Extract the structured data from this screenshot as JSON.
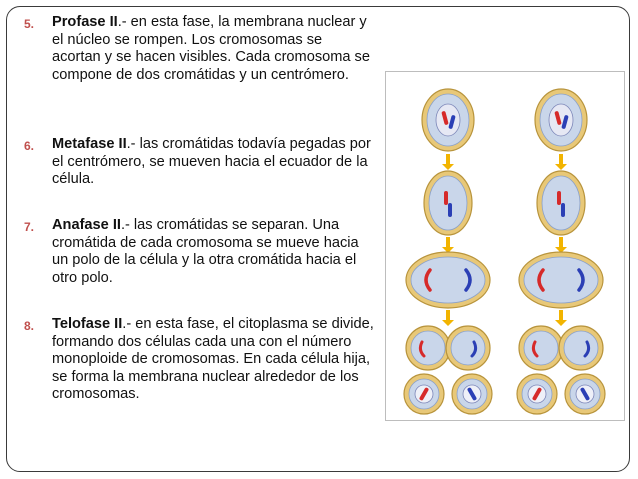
{
  "items": [
    {
      "number": "5.",
      "term": "Profase II",
      "text": ".- en esta fase, la membrana nuclear y el núcleo se rompen.  Los cromosomas se acortan y se hacen visibles.  Cada cromosoma se compone de dos cromátidas y un centrómero."
    },
    {
      "number": "6.",
      "term": "Metafase II",
      "text": ".- las cromátidas todavía pegadas por el centrómero, se mueven hacia el ecuador de la célula."
    },
    {
      "number": "7.",
      "term": "Anafase II",
      "text": ".- las cromátidas se separan.  Una cromátida de cada cromosoma se mueve hacia un polo de la célula y la otra cromátida hacia el otro polo."
    },
    {
      "number": "8.",
      "term": "Telofase II",
      "text": ".- en esta fase, el citoplasma se divide, formando dos células cada una con el número monoploide de cromosomas.  En cada célula hija, se forma la membrana nuclear alrededor de los cromosomas."
    }
  ],
  "colors": {
    "number": "#c0504d",
    "cell_outer": "#e8c878",
    "cell_inner": "#c9d6ea",
    "arrow": "#f2b400",
    "chromosome_red": "#d62a2a",
    "chromosome_blue": "#2b3fb5"
  }
}
